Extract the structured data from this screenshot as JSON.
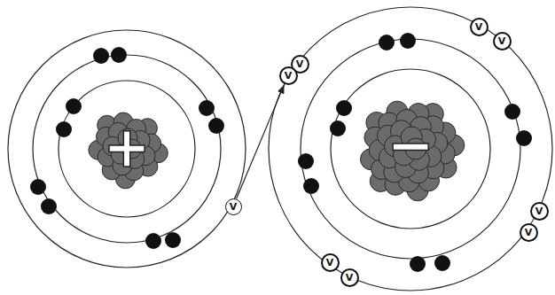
{
  "diagram": {
    "nodes": [
      {
        "text": [
          "V"
        ]
      },
      {
        "text": [
          "V"
        ]
      },
      {
        "text": [
          "V"
        ]
      },
      {
        "text": [
          "V"
        ]
      },
      {
        "text": [
          "V"
        ]
      },
      {
        "text": [
          "V"
        ]
      },
      {
        "text": [
          "V"
        ]
      },
      {
        "text": [
          "V"
        ]
      },
      {
        "text": [
          "V"
        ]
      }
    ],
    "edges": [
      {
        "from": 4,
        "to": 3,
        "arrow": "to"
      }
    ],
    "labels": [
      "+",
      "−"
    ]
  }
}
